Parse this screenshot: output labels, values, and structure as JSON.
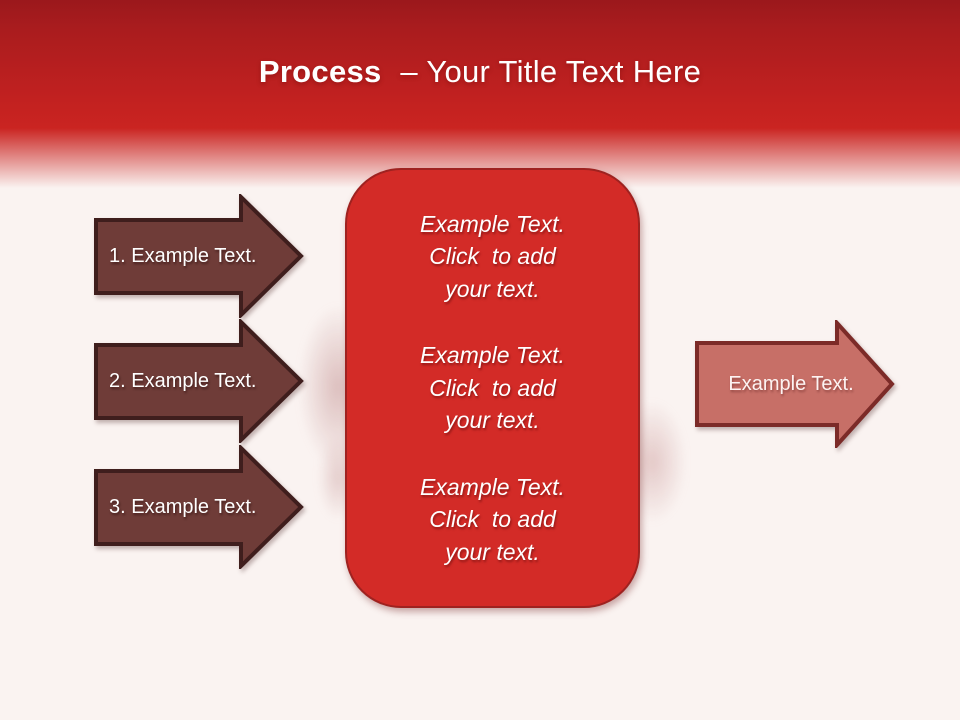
{
  "title": {
    "bold_text": "Process",
    "regular_text": "– Your Title Text Here"
  },
  "steps": [
    {
      "label": "1. Example Text."
    },
    {
      "label": "2. Example Text."
    },
    {
      "label": "3. Example Text."
    }
  ],
  "center_box": {
    "paragraphs": [
      "Example Text.\nClick  to add\nyour text.",
      "Example Text.\nClick  to add\nyour text.",
      "Example Text.\nClick  to add\nyour text."
    ]
  },
  "output_arrow": {
    "label": "Example Text."
  },
  "colors": {
    "header_top": "#9b181c",
    "header_red": "#ca2421",
    "slide_bg": "#faf3f1",
    "box_fill": "#d32b27",
    "box_border": "#9f2220",
    "step_fill": "#6f3c38",
    "step_border": "#3f1e1d",
    "output_fill": "#c76f67",
    "output_border": "#7c2b28",
    "text_white": "#ffffff"
  }
}
